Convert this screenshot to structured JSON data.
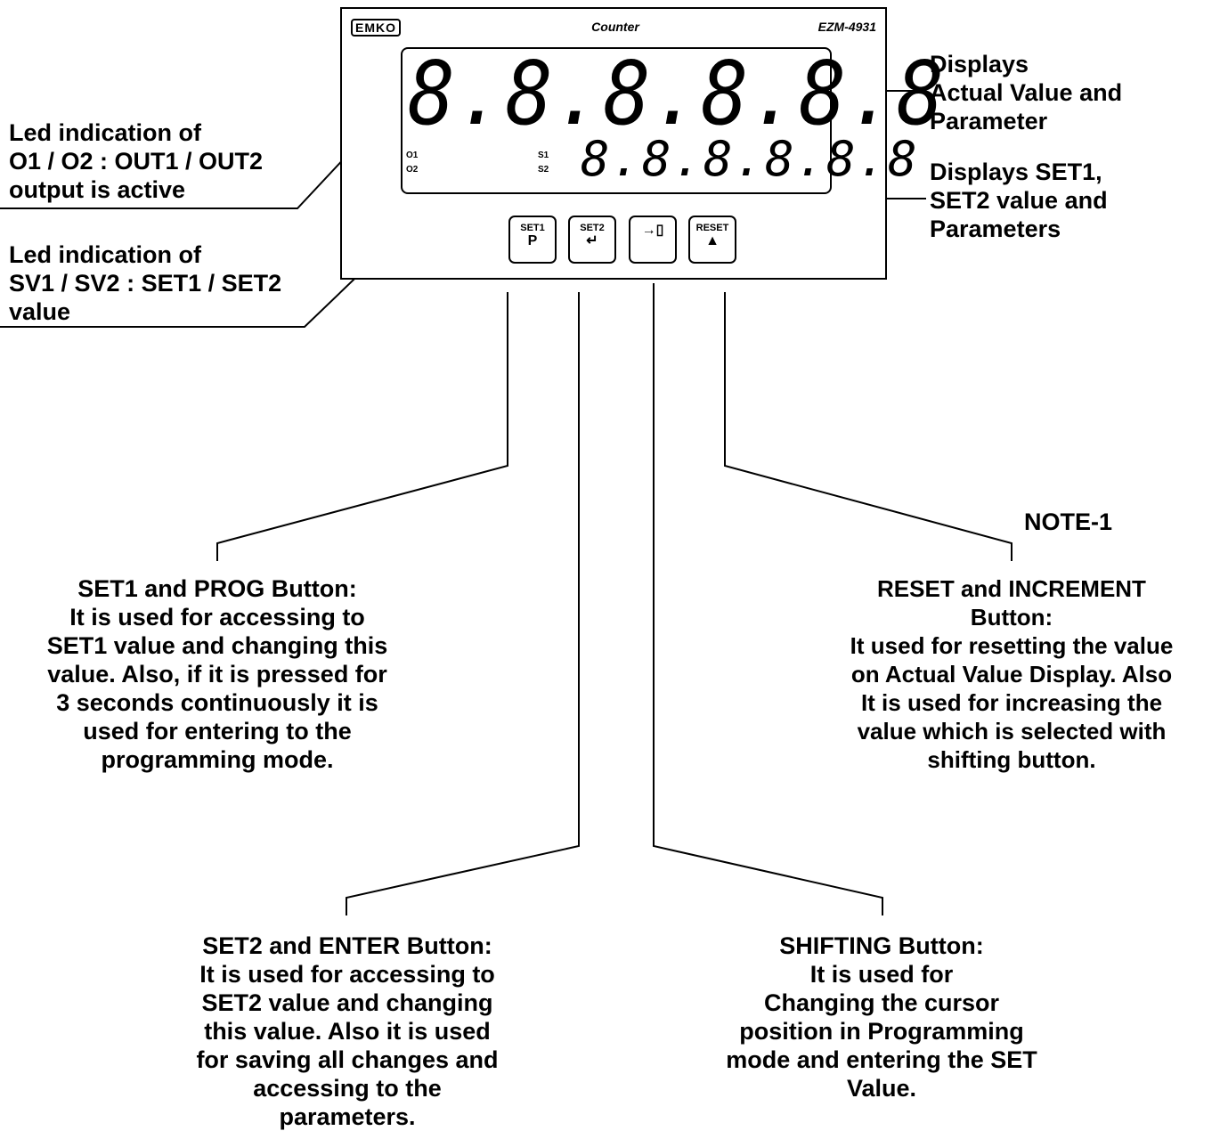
{
  "device": {
    "logo": "EMKO",
    "title": "Counter",
    "model": "EZM-4931",
    "main_display": "8.8.8.8.8.8",
    "sub_display": "8.8.8.8.8.8",
    "leds_left": [
      "O1",
      "O2"
    ],
    "leds_right": [
      "S1",
      "S2"
    ],
    "buttons": [
      {
        "top": "SET1",
        "bottom": "P"
      },
      {
        "top": "SET2",
        "bottom": "↵"
      },
      {
        "top": "",
        "bottom": "→▯"
      },
      {
        "top": "RESET",
        "bottom": "▲"
      }
    ]
  },
  "labels": {
    "led_out": "Led indication of\nO1 / O2 : OUT1 / OUT2\noutput is active",
    "led_sv": "Led indication of\nSV1 / SV2 : SET1 / SET2\nvalue",
    "main_display": "Displays\nActual Value and\nParameter",
    "sub_display": "Displays SET1,\nSET2 value and\nParameters",
    "note": "NOTE-1"
  },
  "descriptions": {
    "set1": "SET1 and PROG Button:\nIt is used for accessing to\nSET1 value and changing this\nvalue. Also, if it is pressed for\n3 seconds continuously it is\nused for entering to the\nprogramming mode.",
    "reset": "RESET and INCREMENT\nButton:\nIt used for resetting the value\non Actual Value Display.  Also\nIt is used for increasing the\nvalue which is selected with\nshifting button.",
    "set2": "SET2 and ENTER Button:\nIt is used for accessing to\nSET2 value and changing\nthis value. Also it is used\nfor saving all changes and\naccessing to the\nparameters.",
    "shift": "SHIFTING Button:\nIt is used for\nChanging the cursor\nposition in Programming\nmode and entering the SET\nValue."
  }
}
